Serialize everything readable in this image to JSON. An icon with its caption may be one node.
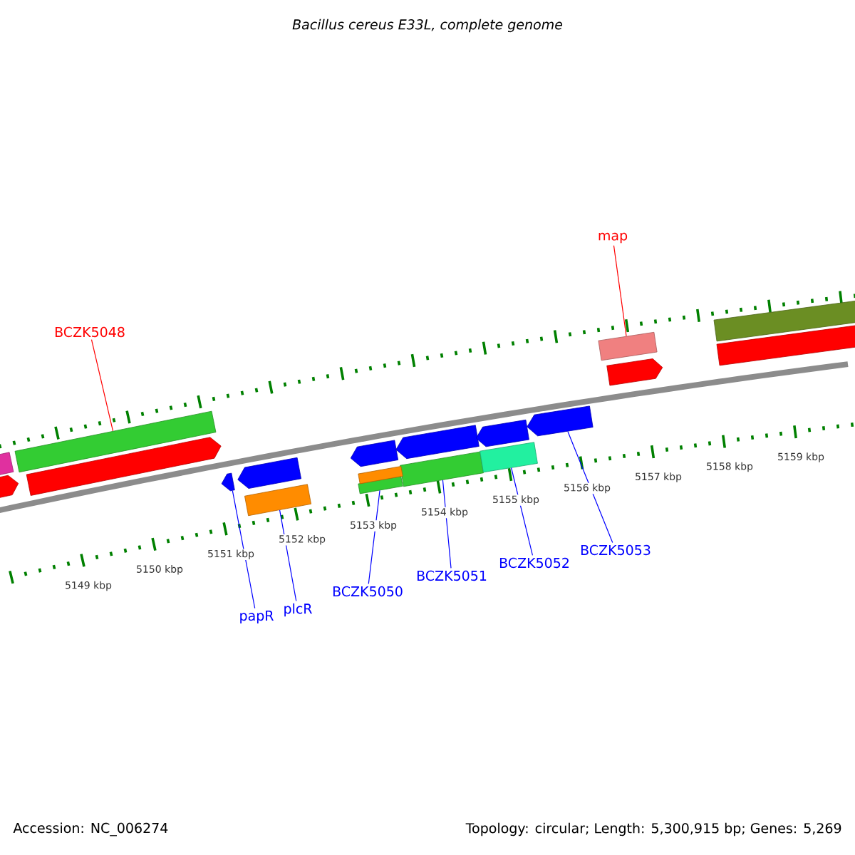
{
  "diagram": {
    "title": "Bacillus cereus E33L, complete genome",
    "nodes": [
      {
        "text": [
          "BCZK5048"
        ]
      },
      {
        "text": [],
        "shape": "bar"
      },
      {
        "text": [
          "map"
        ]
      },
      {
        "text": [],
        "shape": "bar"
      },
      {
        "text": [
          "papR"
        ]
      },
      {
        "text": [],
        "shape": "pentagon"
      },
      {
        "text": [
          "plcR"
        ]
      },
      {
        "text": [],
        "shape": "bar"
      },
      {
        "text": [
          "BCZK5050"
        ]
      },
      {
        "text": [],
        "shape": "bar"
      },
      {
        "text": [
          "BCZK5051"
        ]
      },
      {
        "text": [],
        "shape": "bar"
      },
      {
        "text": [
          "BCZK5052"
        ]
      },
      {
        "text": [],
        "shape": "bar"
      },
      {
        "text": [
          "BCZK5053"
        ]
      },
      {
        "text": [],
        "shape": "pentagon"
      },
      {
        "text": [],
        "shape": "bar"
      },
      {
        "text": [],
        "shape": "pentagon"
      },
      {
        "text": [],
        "shape": "pentagon"
      },
      {
        "text": [],
        "shape": "pentagon"
      },
      {
        "text": [],
        "shape": "pentagon"
      },
      {
        "text": [],
        "shape": "bar"
      },
      {
        "text": [],
        "shape": "pentagon"
      },
      {
        "text": [],
        "shape": "pentagon"
      },
      {
        "text": [],
        "shape": "pentagon"
      },
      {
        "text": [],
        "shape": "bar"
      },
      {
        "text": [],
        "shape": "bar"
      }
    ],
    "edges": [
      {
        "from": 0,
        "to": 1,
        "arrow": "none",
        "color": "#ff0000"
      },
      {
        "from": 2,
        "to": 3,
        "arrow": "none",
        "color": "#ff0000"
      },
      {
        "from": 4,
        "to": 5,
        "arrow": "none"
      },
      {
        "from": 6,
        "to": 7,
        "arrow": "none"
      },
      {
        "from": 8,
        "to": 9,
        "arrow": "none"
      },
      {
        "from": 10,
        "to": 11,
        "arrow": "none"
      },
      {
        "from": 12,
        "to": 13,
        "arrow": "none"
      },
      {
        "from": 14,
        "to": 15,
        "arrow": "none"
      }
    ],
    "labels": [
      "5149 kbp",
      "5150 kbp",
      "5151 kbp",
      "5152 kbp",
      "5153 kbp",
      "5154 kbp",
      "5155 kbp",
      "5156 kbp",
      "5157 kbp",
      "5158 kbp",
      "5159 kbp",
      "Accession: NC_006274",
      "Topology: circular; Length: 5,300,915 bp; Genes: 5,269"
    ]
  }
}
